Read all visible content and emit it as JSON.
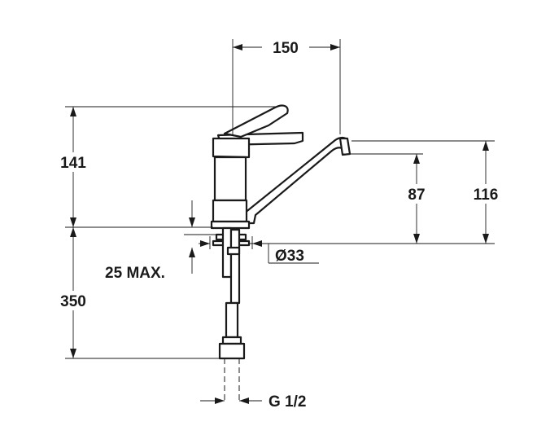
{
  "drawing": {
    "dimensions": {
      "spout_reach": "150",
      "overall_height": "141",
      "spout_height": "87",
      "spout_outlet_height": "116",
      "deck_hole_diameter": "Ø33",
      "max_deck_thickness": "25 MAX.",
      "hose_length": "350",
      "connection_thread": "G 1/2"
    }
  }
}
